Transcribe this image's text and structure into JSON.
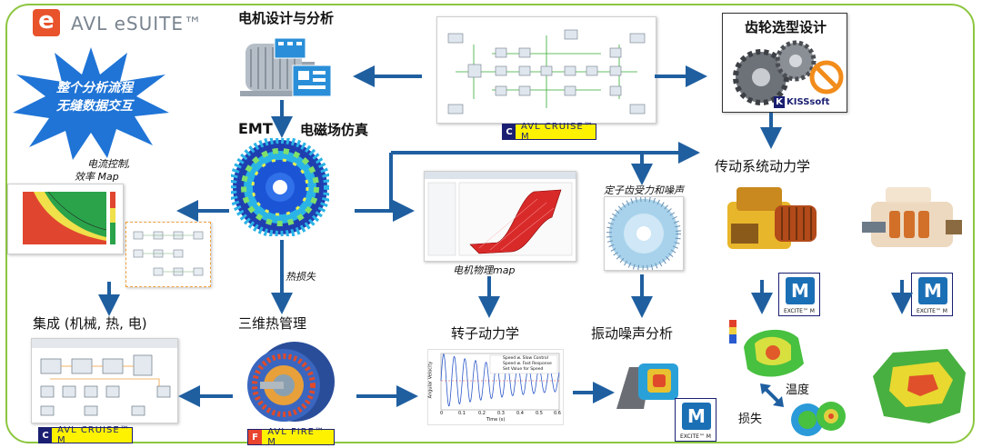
{
  "logo": {
    "letter": "e",
    "text": "AVL eSUITE™"
  },
  "starburst": {
    "line1": "整个分析流程",
    "line2": "无缝数据交互"
  },
  "labels": {
    "motor_design": "电机设计与分析",
    "gear_selection": "齿轮选型设计",
    "emt": "EMT",
    "em_field": "电磁场仿真",
    "current_control": "电流控制,",
    "efficiency_map": "效率 Map",
    "drivetrain": "传动系统动力学",
    "stator_tooth": "定子齿受力和噪声",
    "motor_map": "电机物理map",
    "heat_loss": "热损失",
    "integration": "集成 (机械, 热, 电)",
    "thermal": "三维热管理",
    "rotor": "转子动力学",
    "nvh": "振动噪声分析",
    "loss": "损失",
    "temperature": "温度"
  },
  "badges": {
    "cruise_top": {
      "letter": "C",
      "text": "AVL CRUISE™ M"
    },
    "cruise_bottom": {
      "letter": "C",
      "text": "AVL CRUISE™ M"
    },
    "fire": {
      "letter": "F",
      "text": "AVL FIRE™ M"
    },
    "kisssoft": {
      "letter": "K",
      "text": "KISSsoft"
    }
  },
  "excite": {
    "letter": "M",
    "text": "EXCITE™ M"
  },
  "rotor_plot": {
    "legend": [
      "Speed w. Slow Control",
      "Speed w. Fast Response",
      "Set Value for Speed"
    ],
    "ylabel": "Angular Velocity",
    "xlabel": "Time (s)",
    "xticks": [
      "0",
      "0.1",
      "0.2",
      "0.3",
      "0.4",
      "0.5",
      "0.6"
    ]
  },
  "colors": {
    "frame": "#8dc63f",
    "arrow": "#1f5fa0",
    "star": "#1f74d6"
  }
}
